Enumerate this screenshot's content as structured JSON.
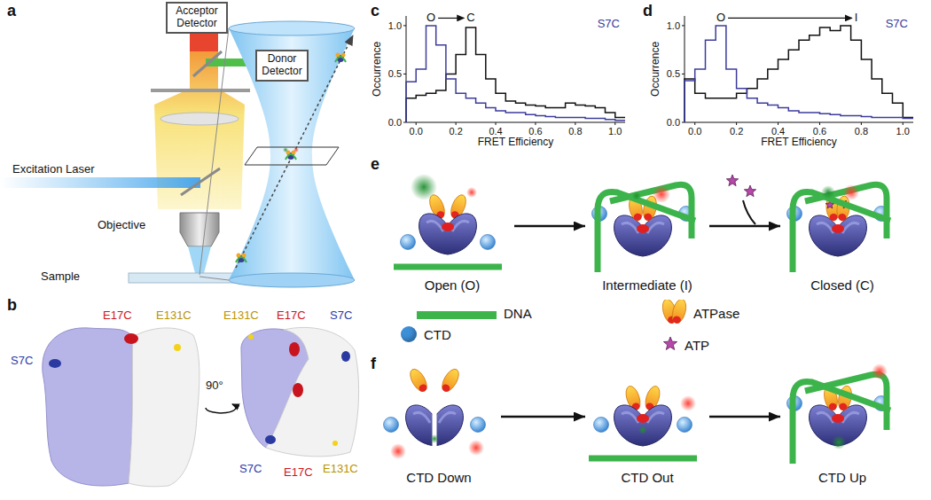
{
  "diagram": {
    "nodes": [
      {
        "text": [
          "Acceptor Detector"
        ]
      },
      {
        "text": [
          "Donor Detector"
        ]
      },
      {
        "text": [
          "Open (O)"
        ]
      },
      {
        "text": [
          "Intermediate (I)"
        ]
      },
      {
        "text": [
          "Closed (C)"
        ]
      },
      {
        "text": [
          "CTD Down"
        ]
      },
      {
        "text": [
          "CTD Out"
        ]
      },
      {
        "text": [
          "CTD Up"
        ]
      }
    ],
    "edges": [
      {
        "from": 2,
        "to": 3,
        "arrow": "to"
      },
      {
        "from": 3,
        "to": 4,
        "arrow": "to"
      },
      {
        "from": 5,
        "to": 6,
        "arrow": "to"
      },
      {
        "from": 6,
        "to": 7,
        "arrow": "to"
      }
    ],
    "labels": [
      "a",
      "Excitation Laser",
      "Objective",
      "Sample",
      "b",
      "S7C",
      "E17C",
      "E131C",
      "90°",
      "E131C",
      "E17C",
      "S7C",
      "S7C",
      "E17C",
      "E131C",
      "c",
      "S7C",
      "O",
      "C",
      "Occurrence",
      "FRET Efficiency",
      "0.0",
      "0.2",
      "0.4",
      "0.6",
      "0.8",
      "1.0",
      "0.0",
      "0.5",
      "1.0",
      "d",
      "S7C",
      "O",
      "I",
      "Occurrence",
      "FRET Efficiency",
      "0.0",
      "0.2",
      "0.4",
      "0.6",
      "0.8",
      "1.0",
      "0.0",
      "0.5",
      "1.0",
      "e",
      "f"
    ],
    "legend": [
      {
        "text": "DNA",
        "color": "#3cb44b"
      },
      {
        "text": "ATPase"
      },
      {
        "text": "CTD",
        "color": "#3d8fd8"
      },
      {
        "text": "ATP"
      }
    ]
  }
}
